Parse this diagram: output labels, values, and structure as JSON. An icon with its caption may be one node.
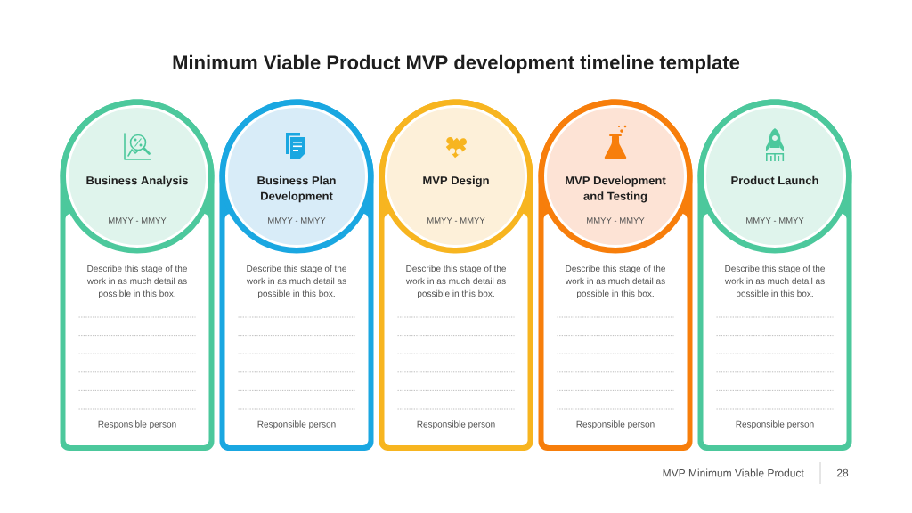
{
  "diagram": {
    "title": "Minimum Viable Product MVP development timeline template",
    "nodes": [
      {
        "text": [
          "Describe this stage of the work in as much detail as possible in this box.",
          "Responsible person"
        ]
      },
      {
        "text": [
          "Business Analysis",
          "MMYY - MMYY"
        ],
        "in": 0
      },
      {
        "text": [
          "Describe this stage of the work in as much detail as possible in this box.",
          "Responsible person"
        ]
      },
      {
        "text": [
          "Business Plan Development",
          "MMYY - MMYY"
        ],
        "in": 2
      },
      {
        "text": [
          "Describe this stage of the work in as much detail as possible in this box.",
          "Responsible person"
        ]
      },
      {
        "text": [
          "MVP Design",
          "MMYY - MMYY"
        ],
        "in": 4
      },
      {
        "text": [
          "Describe this stage of the work in as much detail as possible in this box.",
          "Responsible person"
        ]
      },
      {
        "text": [
          "MVP Development and Testing",
          "MMYY - MMYY"
        ],
        "in": 6
      },
      {
        "text": [
          "Describe this stage of the work in as much detail as possible in this box.",
          "Responsible person"
        ]
      },
      {
        "text": [
          "Product Launch",
          "MMYY - MMYY"
        ],
        "in": 8
      }
    ],
    "labels": [
      "MVP Minimum Viable Product",
      "28"
    ]
  }
}
